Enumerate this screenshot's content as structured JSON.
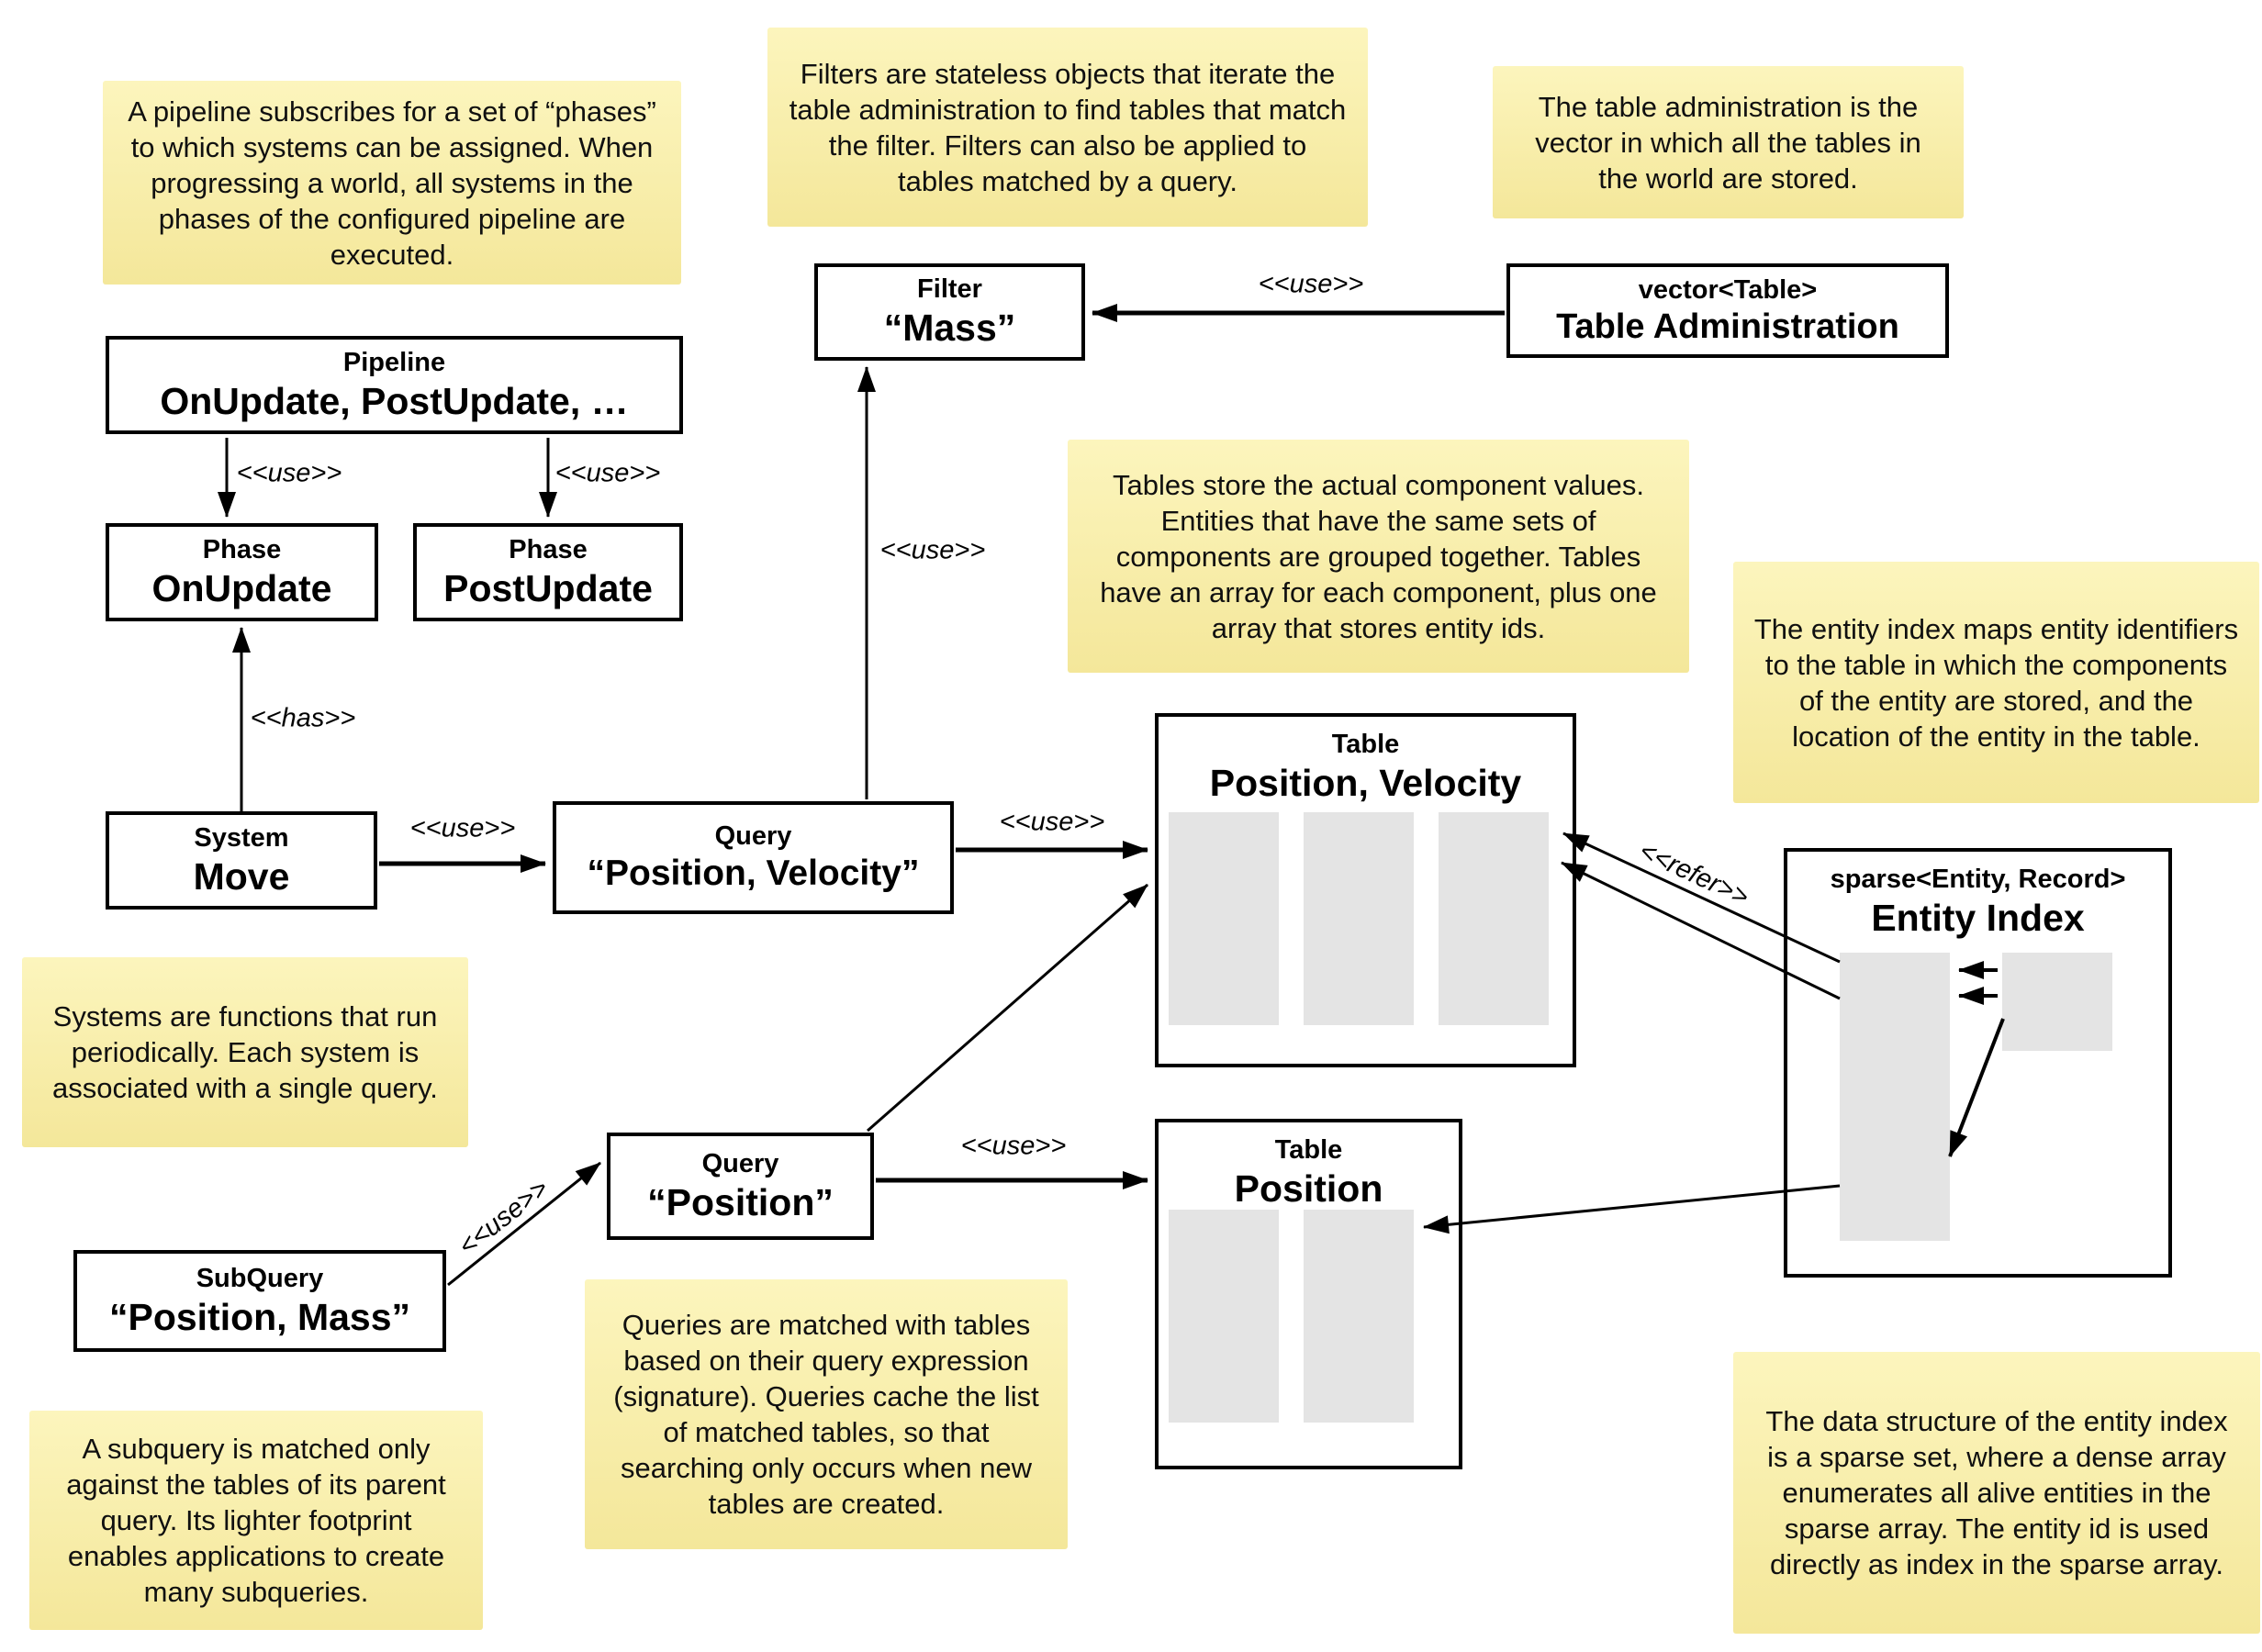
{
  "notes": {
    "pipeline": "A pipeline subscribes for a set of “phases” to which systems can be assigned. When progressing a world, all systems in the phases of the configured pipeline are executed.",
    "filters": "Filters are stateless objects that iterate the table administration to find tables that match the filter. Filters can also be applied to tables matched by a query.",
    "table_admin": "The table administration is the vector in which all the tables in the world are stored.",
    "tables": "Tables store the actual component values. Entities that have the same sets of components are grouped together. Tables have an array for each component, plus one array that stores entity ids.",
    "entity_index": "The entity index maps entity identifiers to the table in which the components of the entity are stored, and the location of the entity in the table.",
    "systems": "Systems are functions that run periodically. Each system is associated with a single query.",
    "queries": "Queries are matched with tables based on their query expression (signature). Queries cache the list of matched tables, so that searching only occurs when new tables are created.",
    "subquery": "A subquery is matched only against the tables of its parent query. Its lighter footprint enables applications to create many subqueries.",
    "sparse_set": "The data structure of the entity index is a sparse set, where a dense array enumerates all alive entities in the sparse array. The entity id is used directly as index in the sparse array."
  },
  "boxes": {
    "pipeline": {
      "stereotype": "Pipeline",
      "name": "OnUpdate, PostUpdate, …"
    },
    "phase_onupdate": {
      "stereotype": "Phase",
      "name": "OnUpdate"
    },
    "phase_postupdate": {
      "stereotype": "Phase",
      "name": "PostUpdate"
    },
    "filter": {
      "stereotype": "Filter",
      "name": "“Mass”"
    },
    "table_admin": {
      "stereotype": "vector<Table>",
      "name": "Table Administration"
    },
    "system": {
      "stereotype": "System",
      "name": "Move"
    },
    "query_pv": {
      "stereotype": "Query",
      "name": "“Position, Velocity”"
    },
    "table_pv": {
      "stereotype": "Table",
      "name": "Position, Velocity"
    },
    "query_p": {
      "stereotype": "Query",
      "name": "“Position”"
    },
    "table_p": {
      "stereotype": "Table",
      "name": "Position"
    },
    "subquery": {
      "stereotype": "SubQuery",
      "name": "“Position, Mass”"
    },
    "entity_index": {
      "stereotype": "sparse<Entity, Record>",
      "name": "Entity Index"
    }
  },
  "labels": {
    "use": "<<use>>",
    "has": "<<has>>",
    "refer": "<<refer>>"
  },
  "colors": {
    "note_top": "#fcf5bd",
    "note_bottom": "#f4e79a",
    "array_fill": "#e4e4e4",
    "line": "#000000",
    "background": "#ffffff"
  }
}
